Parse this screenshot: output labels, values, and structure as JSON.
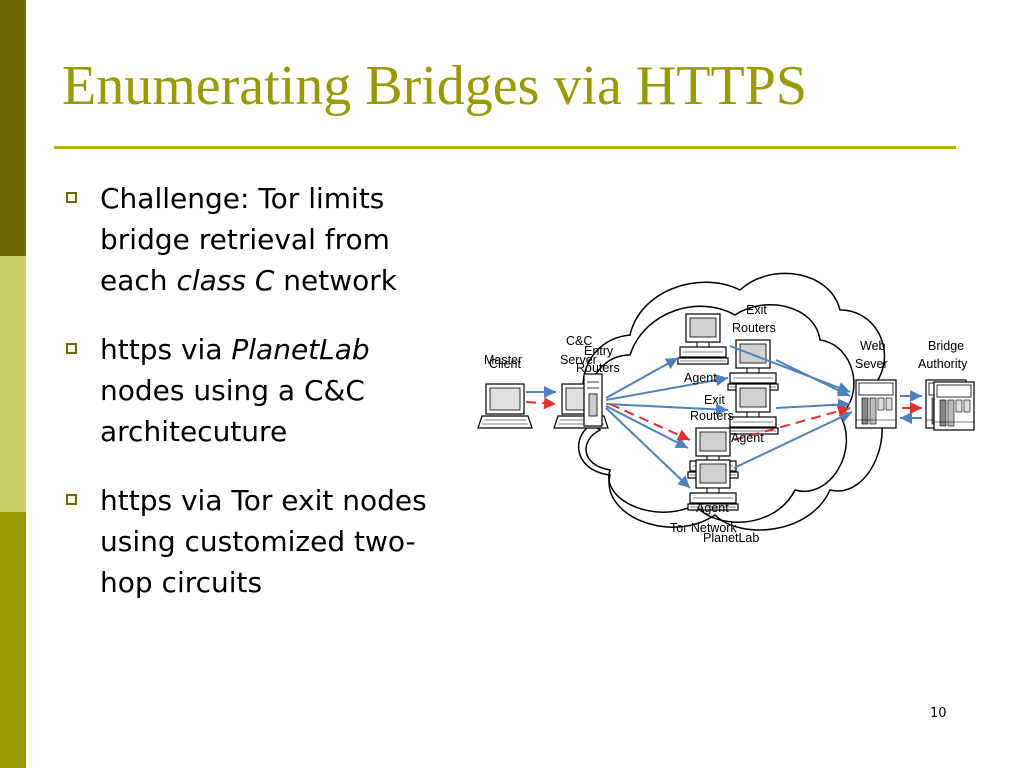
{
  "slide": {
    "title": "Enumerating Bridges via HTTPS",
    "page_number": "10",
    "accent_colors": {
      "sidebar_dark": "#6b6b00",
      "sidebar_light": "#cccc66",
      "sidebar_mid": "#999900",
      "title": "#999900"
    }
  },
  "bullets": [
    {
      "parts": [
        {
          "text": "Challenge: Tor limits bridge retrieval from each ",
          "italic": false
        },
        {
          "text": "class C",
          "italic": true
        },
        {
          "text": " network",
          "italic": false
        }
      ]
    },
    {
      "parts": [
        {
          "text": "https via ",
          "italic": false
        },
        {
          "text": "PlanetLab",
          "italic": true
        },
        {
          "text": " nodes using a C&C architecuture",
          "italic": false
        }
      ]
    },
    {
      "parts": [
        {
          "text": "https via Tor exit nodes using customized two-hop circuits",
          "italic": false
        }
      ]
    }
  ],
  "diagram": {
    "labels": {
      "master_client_1": "Master",
      "master_client_2": "Client",
      "cc_server_1": "C&C",
      "cc_server_2": "Server",
      "entry_routers_1": "Entry",
      "entry_routers_2": "Routers",
      "exit_routers_top_1": "Exit",
      "exit_routers_top_2": "Routers",
      "exit_routers_mid_1": "Exit",
      "exit_routers_mid_2": "Routers",
      "agent_top": "Agent",
      "agent_mid": "Agent",
      "agent_bottom": "Agent",
      "web_sever_1": "Web",
      "web_sever_2": "Sever",
      "bridge_authority_1": "Bridge",
      "bridge_authority_2": "Authority",
      "tor_network": "Tor Network",
      "planetlab": "PlanetLab"
    },
    "colors": {
      "blue_arrow": "#4f81bd",
      "red_arrow": "#e03030"
    }
  }
}
